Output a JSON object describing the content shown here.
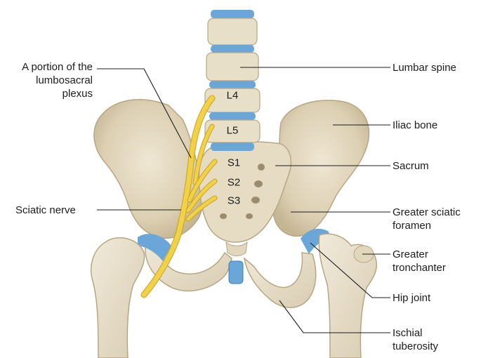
{
  "labels": {
    "lumbosacral_plexus": [
      "A portion of the",
      "lumbosacral",
      "plexus"
    ],
    "sciatic_nerve": "Sciatic nerve",
    "lumbar_spine": "Lumbar spine",
    "iliac_bone": "Iliac bone",
    "sacrum": "Sacrum",
    "greater_sciatic_foramen": [
      "Greater sciatic",
      "foramen"
    ],
    "greater_trochanter": [
      "Greater",
      "tronchanter"
    ],
    "hip_joint": "Hip joint",
    "ischial_tuberosity": [
      "Ischial",
      "tuberosity"
    ]
  },
  "vertebra_labels": {
    "l4": "L4",
    "l5": "L5",
    "s1": "S1",
    "s2": "S2",
    "s3": "S3"
  },
  "colors": {
    "bone": "#e8dfc9",
    "bone_shadow": "#c9bca0",
    "cartilage": "#5a9bd3",
    "nerve": "#f2d14a",
    "nerve_outline": "#c9a21c",
    "leader_line": "#1c1c1c"
  }
}
